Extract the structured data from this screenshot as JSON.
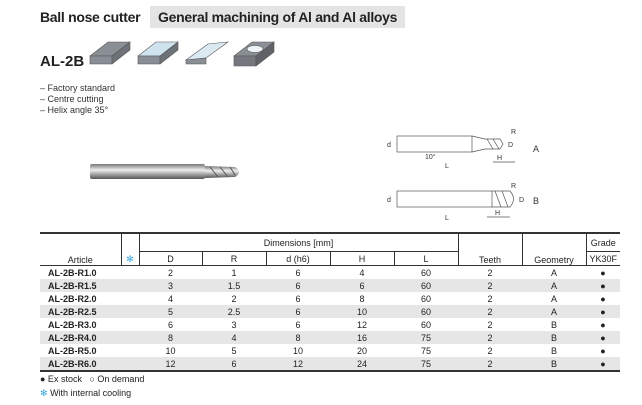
{
  "header": {
    "title": "Ball nose cutter",
    "subtitle": "General machining of Al and Al alloys",
    "model": "AL-2B"
  },
  "features": [
    "– Factory standard",
    "– Centre cutting",
    "– Helix angle 35°"
  ],
  "drawing": {
    "labels_a": [
      "R",
      "D",
      "d",
      "10°",
      "H",
      "L",
      "A"
    ],
    "labels_b": [
      "R",
      "D",
      "d",
      "H",
      "L",
      "B"
    ]
  },
  "table": {
    "dimensions_label": "Dimensions [mm]",
    "grade_label": "Grade",
    "columns": [
      "Article",
      "✻",
      "D",
      "R",
      "d (h6)",
      "H",
      "L",
      "Teeth",
      "Geometry",
      "YK30F"
    ],
    "rows": [
      [
        "AL-2B-R1.0",
        "",
        "2",
        "1",
        "6",
        "4",
        "60",
        "2",
        "A",
        "●"
      ],
      [
        "AL-2B-R1.5",
        "",
        "3",
        "1.5",
        "6",
        "6",
        "60",
        "2",
        "A",
        "●"
      ],
      [
        "AL-2B-R2.0",
        "",
        "4",
        "2",
        "6",
        "8",
        "60",
        "2",
        "A",
        "●"
      ],
      [
        "AL-2B-R2.5",
        "",
        "5",
        "2.5",
        "6",
        "10",
        "60",
        "2",
        "A",
        "●"
      ],
      [
        "AL-2B-R3.0",
        "",
        "6",
        "3",
        "6",
        "12",
        "60",
        "2",
        "B",
        "●"
      ],
      [
        "AL-2B-R4.0",
        "",
        "8",
        "4",
        "8",
        "16",
        "75",
        "2",
        "B",
        "●"
      ],
      [
        "AL-2B-R5.0",
        "",
        "10",
        "5",
        "10",
        "20",
        "75",
        "2",
        "B",
        "●"
      ],
      [
        "AL-2B-R6.0",
        "",
        "12",
        "6",
        "12",
        "24",
        "75",
        "2",
        "B",
        "●"
      ]
    ]
  },
  "legend": {
    "stock": "● Ex stock",
    "demand": "○ On demand",
    "cooling_icon": "✻",
    "cooling": "With internal cooling"
  },
  "colors": {
    "accent": "#3aa6d8",
    "stripe": "#e6e6e6"
  }
}
